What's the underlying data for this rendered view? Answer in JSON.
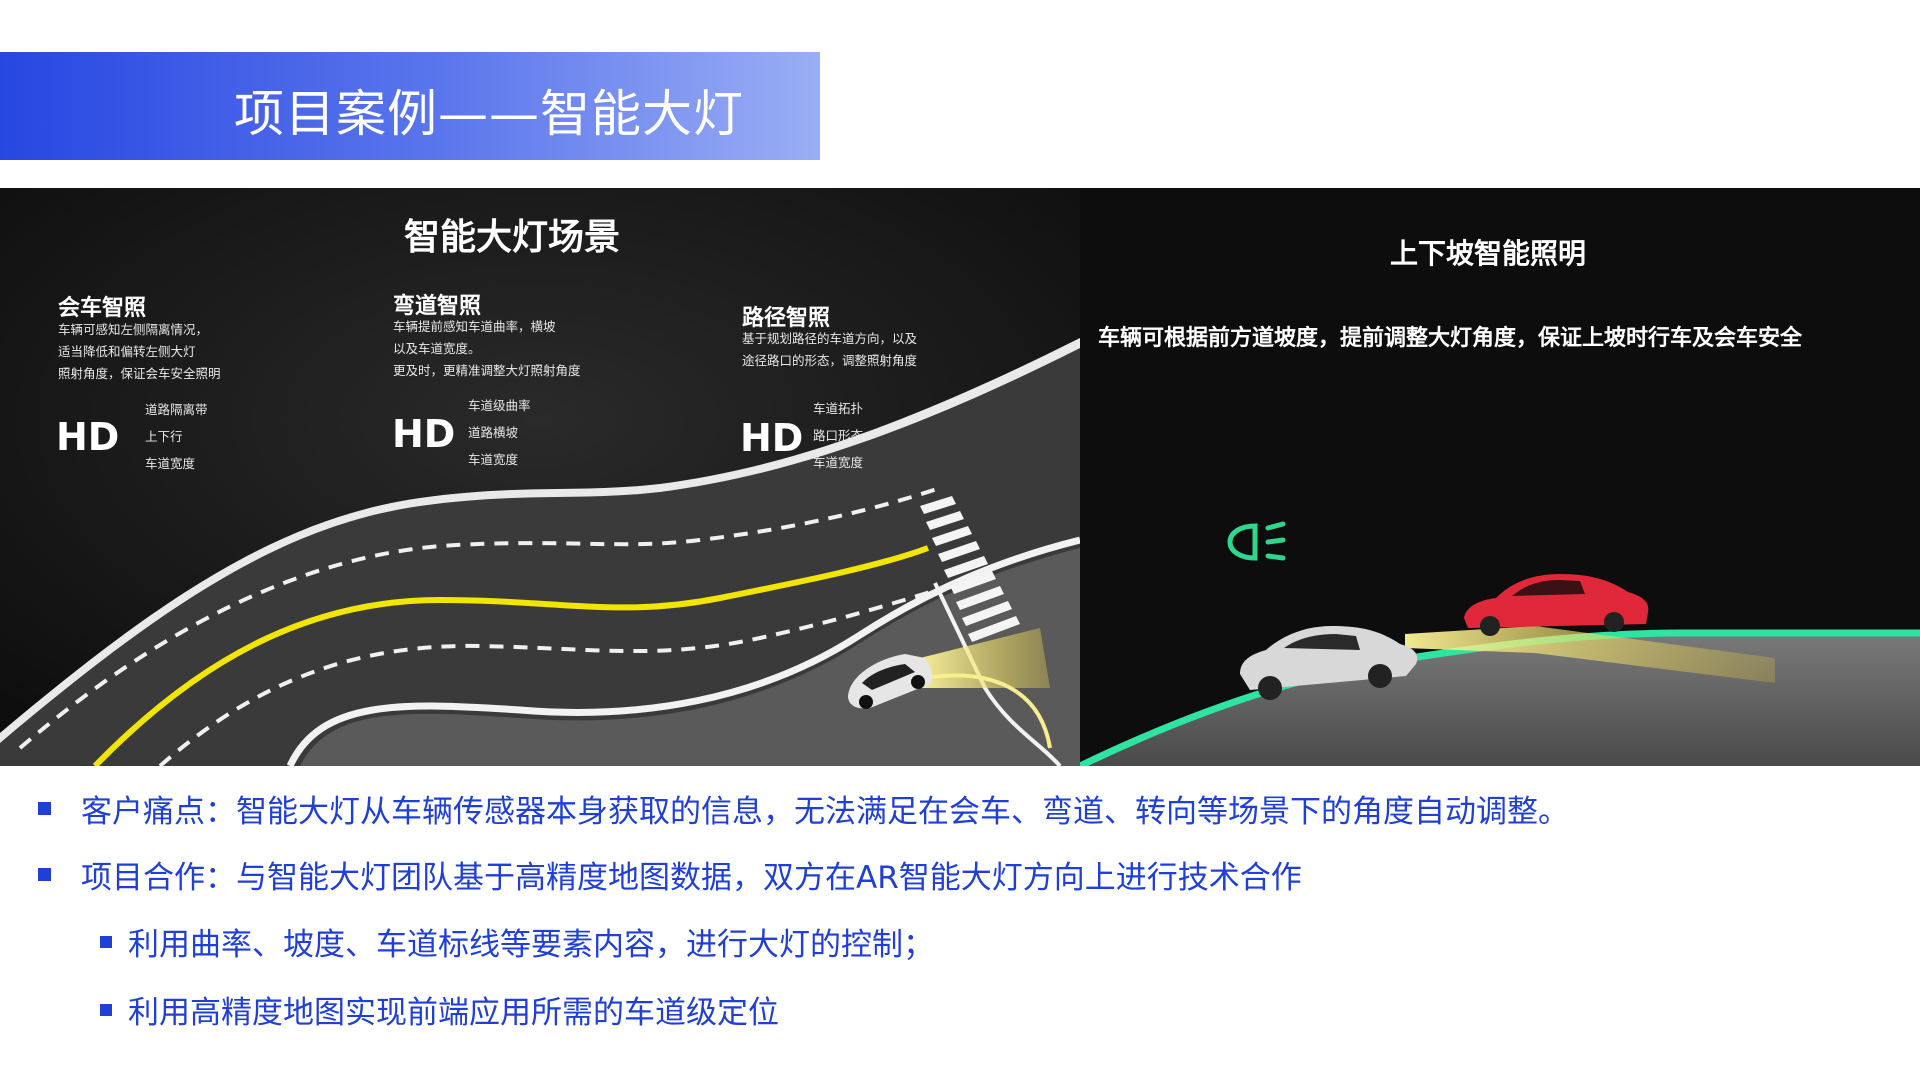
{
  "header": {
    "title": "项目案例——智能大灯"
  },
  "left_panel": {
    "title": "智能大灯场景",
    "scenarios": [
      {
        "heading": "会车智照",
        "lines": [
          "车辆可感知左侧隔离情况，",
          "适当降低和偏转左侧大灯",
          "照射角度，保证会车安全照明"
        ],
        "badge": "HD",
        "features": [
          "道路隔离带",
          "上下行",
          "车道宽度"
        ]
      },
      {
        "heading": "弯道智照",
        "lines": [
          "车辆提前感知车道曲率，横坡",
          "以及车道宽度。",
          "更及时，更精准调整大灯照射角度"
        ],
        "badge": "HD",
        "features": [
          "车道级曲率",
          "道路横坡",
          "车道宽度"
        ]
      },
      {
        "heading": "路径智照",
        "lines": [
          "基于规划路径的车道方向，以及",
          "途径路口的形态，调整照射角度"
        ],
        "badge": "HD",
        "features": [
          "车道拓扑",
          "路口形态",
          "车道宽度"
        ]
      }
    ]
  },
  "right_panel": {
    "title": "上下坡智能照明",
    "description": "车辆可根据前方道坡度，提前调整大灯角度，保证上坡时行车及会车安全",
    "icon": "headlight-icon",
    "icon_color": "#2fd68c"
  },
  "bullets": [
    {
      "level": 1,
      "text": "客户痛点：智能大灯从车辆传感器本身获取的信息，无法满足在会车、弯道、转向等场景下的角度自动调整。"
    },
    {
      "level": 1,
      "text": "项目合作：与智能大灯团队基于高精度地图数据，双方在AR智能大灯方向上进行技术合作"
    },
    {
      "level": 2,
      "text": "利用曲率、坡度、车道标线等要素内容，进行大灯的控制；"
    },
    {
      "level": 2,
      "text": "利用高精度地图实现前端应用所需的车道级定位"
    }
  ],
  "colors": {
    "accent": "#1f3fd6",
    "lane_yellow": "#f2e600",
    "road_gray": "#3a3a3a",
    "slope_green": "#2fe3a0",
    "red_car": "#e0283a"
  }
}
